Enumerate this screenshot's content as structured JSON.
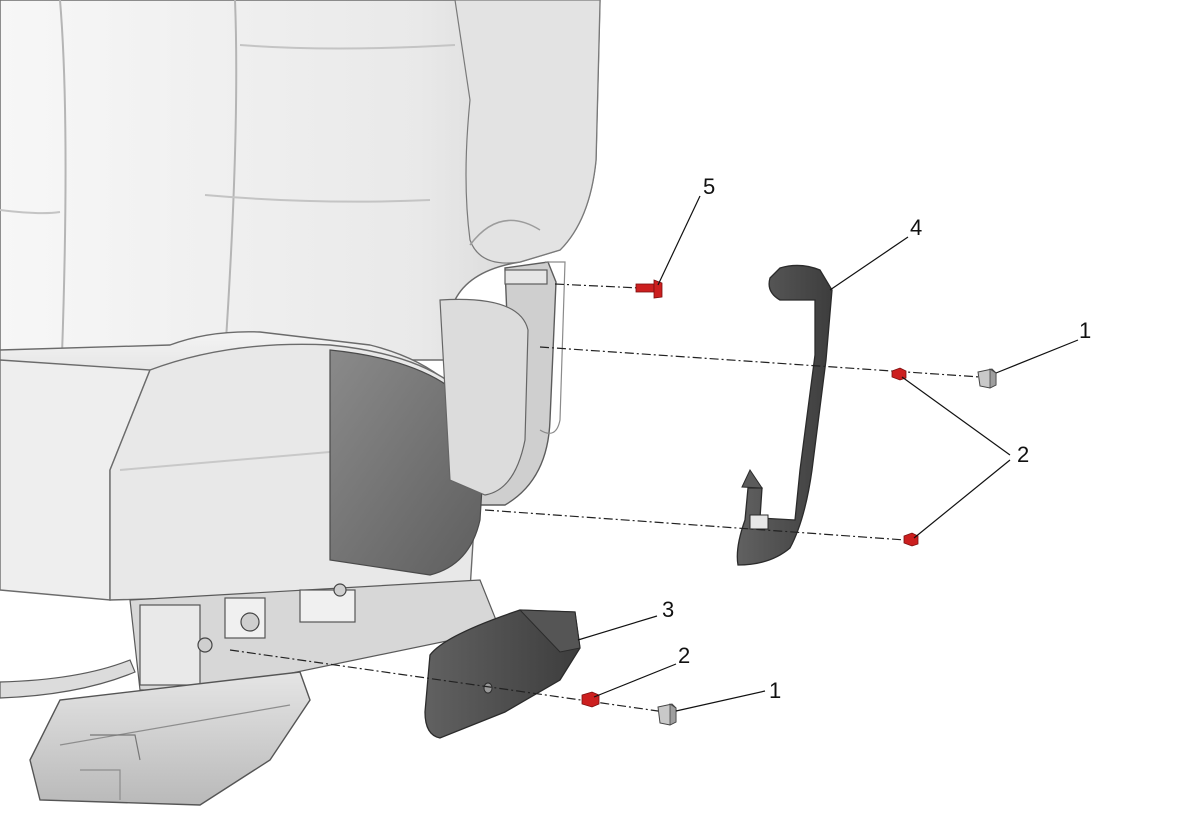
{
  "callouts": {
    "c1_top": "1",
    "c2_right": "2",
    "c3": "3",
    "c4": "4",
    "c5": "5",
    "c2_bottom": "2",
    "c1_bottom": "1"
  },
  "colors": {
    "background": "#ffffff",
    "seat_light": "#f2f2f2",
    "seat_mid": "#d9d9d9",
    "seat_shadow": "#9a9a9a",
    "trim_panel": "#4f4f4f",
    "trim_panel_dark": "#3a3a3a",
    "fastener_red": "#cc1f1f",
    "line": "#111111"
  }
}
